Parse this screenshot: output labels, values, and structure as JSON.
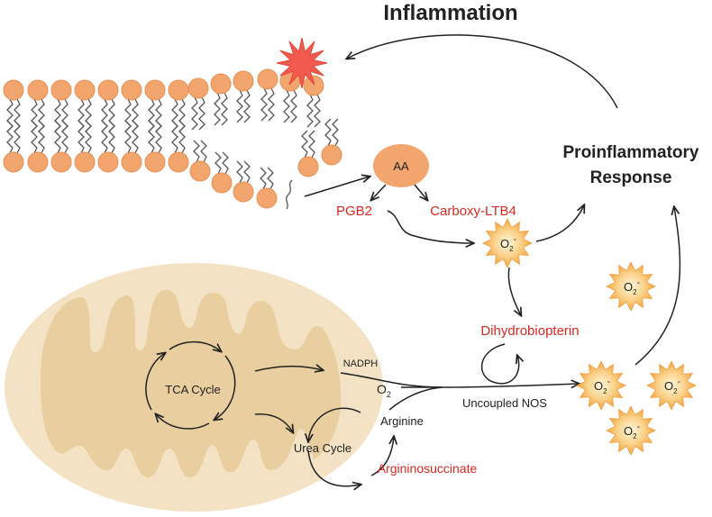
{
  "title": "Inflammation",
  "response_label_line1": "Proinflammatory",
  "response_label_line2": "Response",
  "aa_label": "AA",
  "pgb2_label": "PGB2",
  "carboxy_label": "Carboxy-LTB4",
  "superoxide_base": "O",
  "superoxide_sub": "2",
  "superoxide_sup": "-",
  "dihydro_label": "Dihydrobiopterin",
  "nadph_label": "NADPH",
  "o2_base": "O",
  "o2_sub": "2",
  "uncoupled_label": "Uncoupled NOS",
  "tca_label": "TCA Cycle",
  "urea_label": "Urea Cycle",
  "arginine_label": "Arginine",
  "argsucc_label": "Argininosuccinate",
  "colors": {
    "lipid_head": "#f2a66e",
    "lipid_head_stroke": "#e88f52",
    "burst": "#f25a4f",
    "red_text": "#d9281f",
    "mito_outer": "#f3e2c4",
    "mito_inner": "#e9cf9f",
    "superoxide": "#f8b24a",
    "superoxide_center": "#fff4d6"
  }
}
